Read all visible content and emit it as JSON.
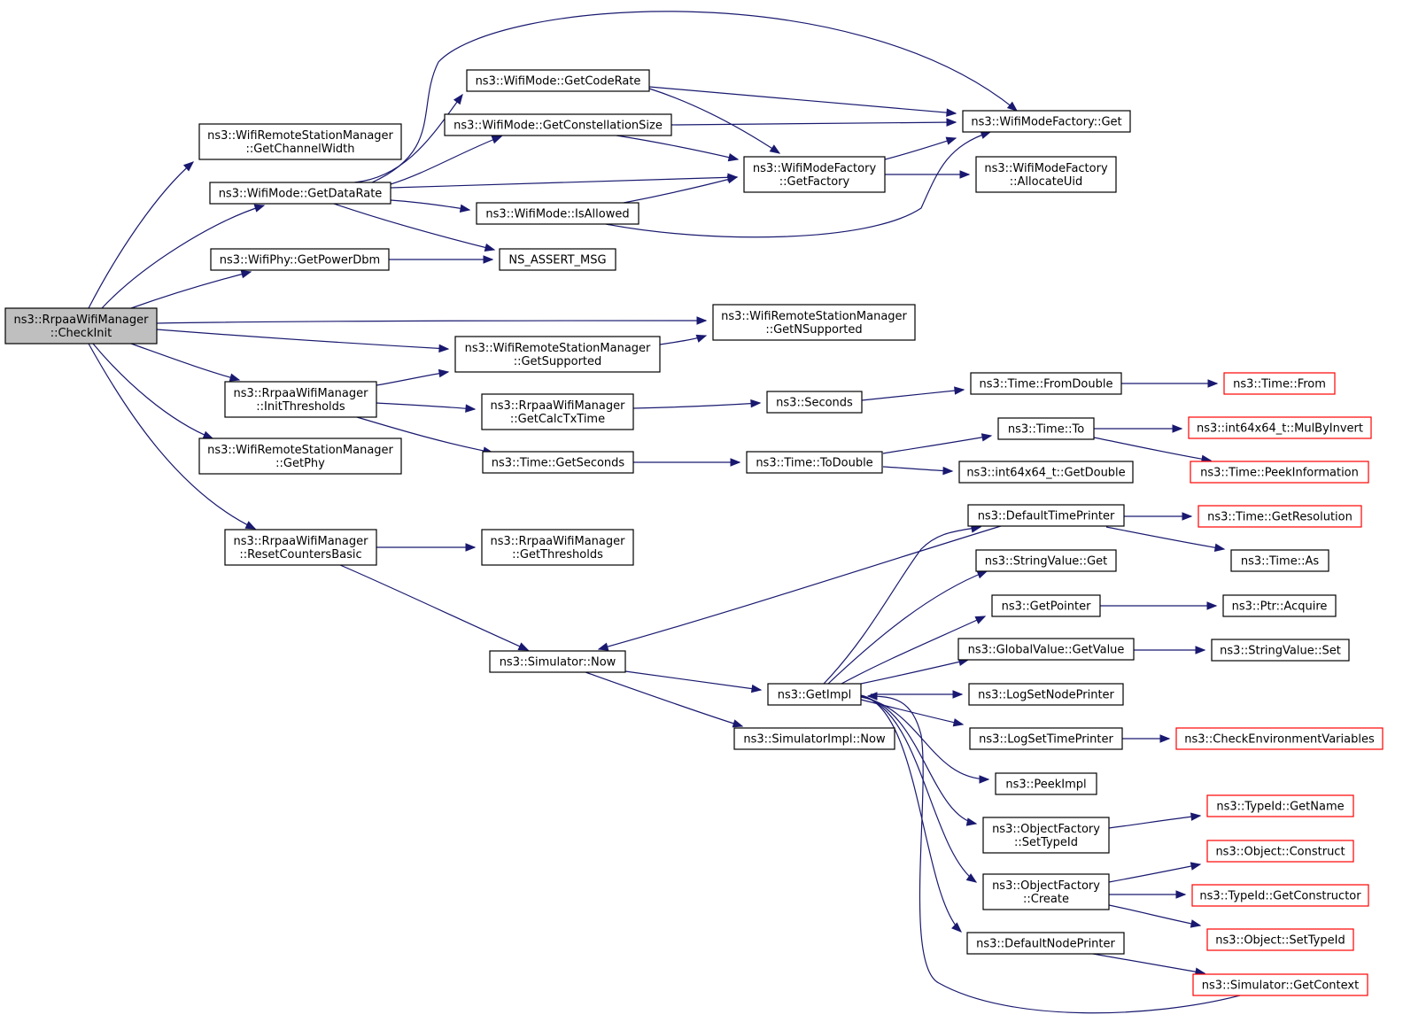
{
  "diagram": {
    "kind": "call-graph",
    "edge_color": "#191970",
    "node_border_color": "#000000",
    "external_node_border_color": "#ff0000",
    "root_fill_color": "#bfbfbf",
    "nodes": [
      {
        "id": "n0",
        "lines": [
          "ns3::RrpaaWifiManager",
          "::CheckInit"
        ],
        "root": true
      },
      {
        "id": "n1",
        "lines": [
          "ns3::WifiRemoteStationManager",
          "::GetChannelWidth"
        ]
      },
      {
        "id": "n2",
        "lines": [
          "ns3::WifiMode::GetDataRate"
        ]
      },
      {
        "id": "n3",
        "lines": [
          "ns3::WifiPhy::GetPowerDbm"
        ]
      },
      {
        "id": "n4",
        "lines": [
          "ns3::RrpaaWifiManager",
          "::InitThresholds"
        ]
      },
      {
        "id": "n5",
        "lines": [
          "ns3::WifiRemoteStationManager",
          "::GetPhy"
        ]
      },
      {
        "id": "n6",
        "lines": [
          "ns3::RrpaaWifiManager",
          "::ResetCountersBasic"
        ]
      },
      {
        "id": "n7",
        "lines": [
          "ns3::WifiMode::GetCodeRate"
        ]
      },
      {
        "id": "n8",
        "lines": [
          "ns3::WifiMode::GetConstellationSize"
        ]
      },
      {
        "id": "n9",
        "lines": [
          "ns3::WifiMode::IsAllowed"
        ]
      },
      {
        "id": "n10",
        "lines": [
          "NS_ASSERT_MSG"
        ]
      },
      {
        "id": "n11",
        "lines": [
          "ns3::WifiRemoteStationManager",
          "::GetSupported"
        ]
      },
      {
        "id": "n12",
        "lines": [
          "ns3::RrpaaWifiManager",
          "::GetCalcTxTime"
        ]
      },
      {
        "id": "n13",
        "lines": [
          "ns3::Time::GetSeconds"
        ]
      },
      {
        "id": "n14",
        "lines": [
          "ns3::RrpaaWifiManager",
          "::GetThresholds"
        ]
      },
      {
        "id": "n15",
        "lines": [
          "ns3::Simulator::Now"
        ]
      },
      {
        "id": "n16",
        "lines": [
          "ns3::WifiModeFactory",
          "::GetFactory"
        ]
      },
      {
        "id": "n17",
        "lines": [
          "ns3::WifiRemoteStationManager",
          "::GetNSupported"
        ]
      },
      {
        "id": "n18",
        "lines": [
          "ns3::Seconds"
        ]
      },
      {
        "id": "n19",
        "lines": [
          "ns3::Time::ToDouble"
        ]
      },
      {
        "id": "n20",
        "lines": [
          "ns3::GetImpl"
        ]
      },
      {
        "id": "n21",
        "lines": [
          "ns3::SimulatorImpl::Now"
        ]
      },
      {
        "id": "n22",
        "lines": [
          "ns3::WifiModeFactory::Get"
        ]
      },
      {
        "id": "n23",
        "lines": [
          "ns3::WifiModeFactory",
          "::AllocateUid"
        ]
      },
      {
        "id": "n24",
        "lines": [
          "ns3::Time::FromDouble"
        ]
      },
      {
        "id": "n25",
        "lines": [
          "ns3::Time::To"
        ]
      },
      {
        "id": "n26",
        "lines": [
          "ns3::int64x64_t::GetDouble"
        ]
      },
      {
        "id": "n27",
        "lines": [
          "ns3::DefaultTimePrinter"
        ]
      },
      {
        "id": "n28",
        "lines": [
          "ns3::StringValue::Get"
        ]
      },
      {
        "id": "n29",
        "lines": [
          "ns3::GetPointer"
        ]
      },
      {
        "id": "n30",
        "lines": [
          "ns3::GlobalValue::GetValue"
        ]
      },
      {
        "id": "n31",
        "lines": [
          "ns3::LogSetNodePrinter"
        ]
      },
      {
        "id": "n32",
        "lines": [
          "ns3::LogSetTimePrinter"
        ]
      },
      {
        "id": "n33",
        "lines": [
          "ns3::PeekImpl"
        ]
      },
      {
        "id": "n34",
        "lines": [
          "ns3::ObjectFactory",
          "::SetTypeId"
        ]
      },
      {
        "id": "n35",
        "lines": [
          "ns3::ObjectFactory",
          "::Create"
        ]
      },
      {
        "id": "n36",
        "lines": [
          "ns3::DefaultNodePrinter"
        ]
      },
      {
        "id": "n37",
        "lines": [
          "ns3::Time::From"
        ],
        "external": true
      },
      {
        "id": "n38",
        "lines": [
          "ns3::int64x64_t::MulByInvert"
        ],
        "external": true
      },
      {
        "id": "n39",
        "lines": [
          "ns3::Time::PeekInformation"
        ],
        "external": true
      },
      {
        "id": "n40",
        "lines": [
          "ns3::Time::GetResolution"
        ],
        "external": true
      },
      {
        "id": "n41",
        "lines": [
          "ns3::Time::As"
        ]
      },
      {
        "id": "n42",
        "lines": [
          "ns3::Ptr::Acquire"
        ]
      },
      {
        "id": "n43",
        "lines": [
          "ns3::StringValue::Set"
        ]
      },
      {
        "id": "n44",
        "lines": [
          "ns3::CheckEnvironmentVariables"
        ],
        "external": true
      },
      {
        "id": "n45",
        "lines": [
          "ns3::TypeId::GetName"
        ],
        "external": true
      },
      {
        "id": "n46",
        "lines": [
          "ns3::Object::Construct"
        ],
        "external": true
      },
      {
        "id": "n47",
        "lines": [
          "ns3::TypeId::GetConstructor"
        ],
        "external": true
      },
      {
        "id": "n48",
        "lines": [
          "ns3::Object::SetTypeId"
        ],
        "external": true
      },
      {
        "id": "n49",
        "lines": [
          "ns3::Simulator::GetContext"
        ],
        "external": true
      }
    ],
    "edges": [
      [
        "n0",
        "n1"
      ],
      [
        "n0",
        "n2"
      ],
      [
        "n0",
        "n3"
      ],
      [
        "n0",
        "n17"
      ],
      [
        "n0",
        "n11"
      ],
      [
        "n0",
        "n4"
      ],
      [
        "n0",
        "n5"
      ],
      [
        "n0",
        "n6"
      ],
      [
        "n2",
        "n7"
      ],
      [
        "n2",
        "n8"
      ],
      [
        "n2",
        "n22"
      ],
      [
        "n2",
        "n16"
      ],
      [
        "n2",
        "n9"
      ],
      [
        "n2",
        "n10"
      ],
      [
        "n3",
        "n10"
      ],
      [
        "n4",
        "n11"
      ],
      [
        "n4",
        "n12"
      ],
      [
        "n4",
        "n13"
      ],
      [
        "n6",
        "n14"
      ],
      [
        "n6",
        "n15"
      ],
      [
        "n7",
        "n22"
      ],
      [
        "n7",
        "n16"
      ],
      [
        "n8",
        "n22"
      ],
      [
        "n8",
        "n16"
      ],
      [
        "n9",
        "n16"
      ],
      [
        "n9",
        "n22"
      ],
      [
        "n11",
        "n17"
      ],
      [
        "n12",
        "n18"
      ],
      [
        "n13",
        "n19"
      ],
      [
        "n15",
        "n20"
      ],
      [
        "n15",
        "n21"
      ],
      [
        "n16",
        "n22"
      ],
      [
        "n16",
        "n23"
      ],
      [
        "n18",
        "n24"
      ],
      [
        "n24",
        "n37"
      ],
      [
        "n19",
        "n25"
      ],
      [
        "n19",
        "n26"
      ],
      [
        "n25",
        "n38"
      ],
      [
        "n25",
        "n39"
      ],
      [
        "n20",
        "n27"
      ],
      [
        "n20",
        "n28"
      ],
      [
        "n20",
        "n29"
      ],
      [
        "n20",
        "n30"
      ],
      [
        "n20",
        "n31"
      ],
      [
        "n20",
        "n32"
      ],
      [
        "n20",
        "n33"
      ],
      [
        "n20",
        "n34"
      ],
      [
        "n20",
        "n35"
      ],
      [
        "n20",
        "n36"
      ],
      [
        "n27",
        "n40"
      ],
      [
        "n27",
        "n41"
      ],
      [
        "n27",
        "n15"
      ],
      [
        "n29",
        "n42"
      ],
      [
        "n30",
        "n43"
      ],
      [
        "n32",
        "n44"
      ],
      [
        "n34",
        "n45"
      ],
      [
        "n35",
        "n46"
      ],
      [
        "n35",
        "n47"
      ],
      [
        "n35",
        "n48"
      ],
      [
        "n36",
        "n49"
      ],
      [
        "n49",
        "n20"
      ]
    ]
  }
}
